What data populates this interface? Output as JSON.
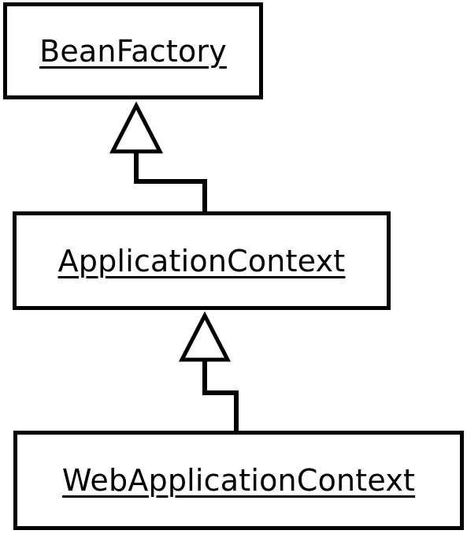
{
  "diagram": {
    "type": "uml-class-inheritance",
    "classes": [
      {
        "id": "beanfactory",
        "name": "BeanFactory"
      },
      {
        "id": "applicationcontext",
        "name": "ApplicationContext"
      },
      {
        "id": "webapplicationcontext",
        "name": "WebApplicationContext"
      }
    ],
    "relations": [
      {
        "type": "generalization",
        "from": "ApplicationContext",
        "to": "BeanFactory"
      },
      {
        "type": "generalization",
        "from": "WebApplicationContext",
        "to": "ApplicationContext"
      }
    ],
    "colors": {
      "stroke": "#000000",
      "fill": "#ffffff",
      "text": "#000000"
    }
  }
}
